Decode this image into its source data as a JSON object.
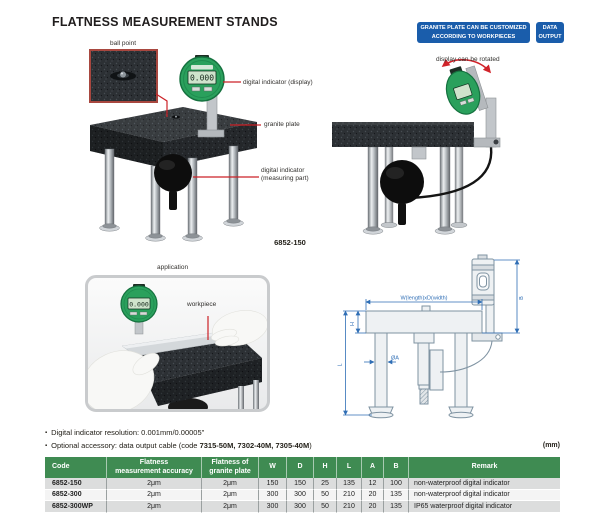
{
  "page": {
    "title": "FLATNESS MEASUREMENT STANDS",
    "unit_note": "(mm)",
    "bullet_icon": "▪"
  },
  "badges": {
    "granite": "GRANITE PLATE CAN BE CUSTOMIZED\nACCORDING TO WORKPIECES",
    "data_output": "DATA\nOUTPUT"
  },
  "figures": {
    "left": {
      "model": "6852-150",
      "lcd_value": "0.000",
      "callouts": {
        "ball_point": "ball point",
        "display": "digital indicator (display)",
        "granite_plate": "granite plate",
        "measuring_part": "digital indicator\n(measuring part)"
      }
    },
    "right": {
      "callout_rotate": "display can be rotated"
    },
    "application": {
      "label": "application",
      "workpiece": "workpiece",
      "lcd_value": "0.000"
    },
    "drawing": {
      "dim_w": "W(length)xD(width)",
      "dim_b": "B",
      "dim_h": "H",
      "dim_l": "L",
      "dim_a": "ØA"
    }
  },
  "notes": {
    "resolution": "Digital indicator resolution: 0.001mm/0.00005\"",
    "accessory_prefix": "Optional accessory: data output cable (code ",
    "accessory_codes": "7315-50M, 7302-40M, 7305-40M",
    "accessory_suffix": ")"
  },
  "table": {
    "headers": [
      "Code",
      "Flatness\nmeasurement accuracy",
      "Flatness of\ngranite plate",
      "W",
      "D",
      "H",
      "L",
      "A",
      "B",
      "Remark"
    ],
    "rows": [
      [
        "6852-150",
        "2μm",
        "2μm",
        "150",
        "150",
        "25",
        "135",
        "12",
        "100",
        "non-waterproof digital indicator"
      ],
      [
        "6852-300",
        "2μm",
        "2μm",
        "300",
        "300",
        "50",
        "210",
        "20",
        "135",
        "non-waterproof digital indicator"
      ],
      [
        "6852-300WP",
        "2μm",
        "2μm",
        "300",
        "300",
        "50",
        "210",
        "20",
        "135",
        "IP65 waterproof digital indicator"
      ]
    ]
  },
  "colors": {
    "badge_blue": "#1a5dab",
    "table_header_green": "#3f8b52",
    "callout_red": "#cc2127",
    "indicator_green": "#2aa05c",
    "drawing_blue": "#2f6eb5"
  }
}
